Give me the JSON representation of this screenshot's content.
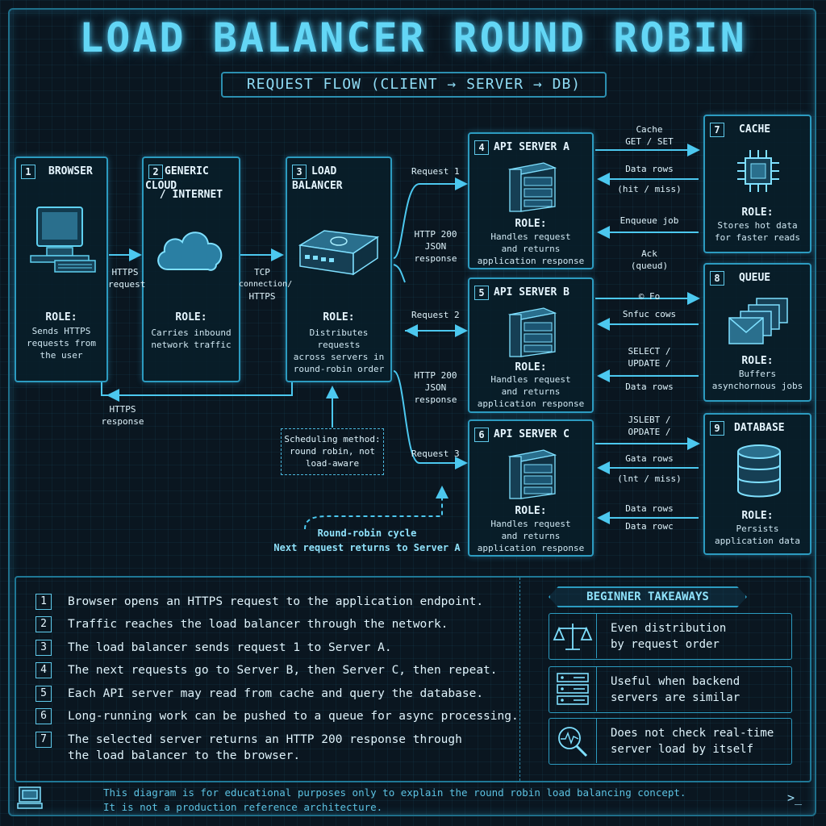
{
  "title": "LOAD BALANCER ROUND ROBIN",
  "subtitle": "REQUEST FLOW (CLIENT → SERVER → DB)",
  "nodes": {
    "browser": {
      "num": "1",
      "name": "BROWSER",
      "role": "ROLE:",
      "desc": [
        "Sends HTTPS",
        "requests from",
        "the user"
      ]
    },
    "cloud": {
      "num": "2",
      "name": "GENERIC CLOUD",
      "name2": "/ INTERNET",
      "role": "ROLE:",
      "desc": [
        "Carries inbound",
        "network traffic"
      ]
    },
    "lb": {
      "num": "3",
      "name": "LOAD BALANCER",
      "role": "ROLE:",
      "desc": [
        "Distributes requests",
        "across servers in",
        "round-robin order"
      ]
    },
    "server_a": {
      "num": "4",
      "name": "API SERVER A",
      "role": "ROLE:",
      "desc": [
        "Handles request",
        "and returns",
        "application response"
      ]
    },
    "server_b": {
      "num": "5",
      "name": "API SERVER B",
      "role": "ROLE:",
      "desc": [
        "Handles request",
        "and returns",
        "application response"
      ]
    },
    "server_c": {
      "num": "6",
      "name": "API SERVER C",
      "role": "ROLE:",
      "desc": [
        "Handles request",
        "and returns",
        "application response"
      ]
    },
    "cache": {
      "num": "7",
      "name": "CACHE",
      "role": "ROLE:",
      "desc": [
        "Stores hot data",
        "for faster reads"
      ]
    },
    "queue": {
      "num": "8",
      "name": "QUEUE",
      "role": "ROLE:",
      "desc": [
        "Buffers",
        "asynchornous jobs"
      ]
    },
    "database": {
      "num": "9",
      "name": "DATABASE",
      "role": "ROLE:",
      "desc": [
        "Persists",
        "application data"
      ]
    }
  },
  "edges": {
    "https_request": [
      "HTTPS",
      "request"
    ],
    "tcp": [
      "TCP",
      "connection/",
      "HTTPS"
    ],
    "https_response": [
      "HTTPS",
      "response"
    ],
    "request1": "Request 1",
    "request2": "Request 2",
    "request3": "Request 3",
    "http200_a": [
      "HTTP 200",
      "JSON",
      "response"
    ],
    "http200_b": [
      "HTTP 200",
      "JSON",
      "response"
    ],
    "cache_getset": [
      "Cache",
      "GET / SET"
    ],
    "data_rows_a": "Data rows",
    "hit_miss_a": "(hit / miss)",
    "enqueue": "Enqueue job",
    "ack": [
      "Ack",
      "(queud)"
    ],
    "b_top1": "© Fo",
    "b_top2": "Snfuc cows",
    "select_b": [
      "SELECT /",
      "UPDATE /"
    ],
    "data_rows_b": "Data rows",
    "select_c": [
      "JSLEBT /",
      "OPDATE /"
    ],
    "data_rows_c1": "Gata rows",
    "hit_miss_c": "(lnt / miss)",
    "data_rows_c2": "Data rows",
    "data_rows_c3": "Data rowc"
  },
  "scheduling_note": [
    "Scheduling method:",
    "round robin, not",
    "load-aware"
  ],
  "cycle": [
    "Round-robin cycle",
    "Next request returns to Server A"
  ],
  "steps": [
    {
      "num": "1",
      "text": "Browser opens an HTTPS request to the application endpoint."
    },
    {
      "num": "2",
      "text": "Traffic reaches the load balancer through the network."
    },
    {
      "num": "3",
      "text": "The load balancer sends request 1 to Server A."
    },
    {
      "num": "4",
      "text": "The next requests go to Server B, then Server C, then repeat."
    },
    {
      "num": "5",
      "text": "Each API server may read from cache and query the database."
    },
    {
      "num": "6",
      "text": "Long-running work can be pushed to a queue for async processing."
    },
    {
      "num": "7",
      "text": "The selected server returns an HTTP 200 response through the load balancer to the browser."
    }
  ],
  "takeaways": {
    "title": "BEGINNER TAKEAWAYS",
    "items": [
      {
        "icon": "balance-scale-icon",
        "lines": [
          "Even distribution",
          "by request order"
        ]
      },
      {
        "icon": "server-stack-icon",
        "lines": [
          "Useful when backend",
          "servers are similar"
        ]
      },
      {
        "icon": "magnifier-pulse-icon",
        "lines": [
          "Does not check real-time",
          "server load by itself"
        ]
      }
    ]
  },
  "footer": [
    "This diagram is for educational purposes only to explain the round robin load balancing concept.",
    "It is not a production reference architecture."
  ],
  "prompt": ">_",
  "colors": {
    "accent": "#63d6f5",
    "line": "#3fc0ea",
    "bg": "#0a1620"
  }
}
